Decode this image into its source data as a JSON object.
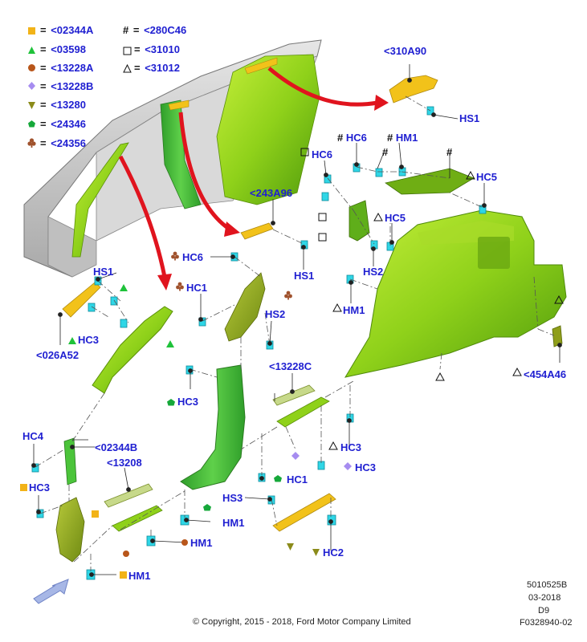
{
  "legend": {
    "left": [
      {
        "symbol": "filled-square",
        "color": "#f2b318",
        "code": "<02344A"
      },
      {
        "symbol": "filled-triangle",
        "color": "#1fc23a",
        "code": "<03598"
      },
      {
        "symbol": "filled-circle",
        "color": "#b8561a",
        "code": "<13228A"
      },
      {
        "symbol": "filled-diamond",
        "color": "#a68cf0",
        "code": "<13228B"
      },
      {
        "symbol": "filled-down-triangle",
        "color": "#8b8b1a",
        "code": "<13280"
      },
      {
        "symbol": "filled-pentagon",
        "color": "#16a83a",
        "code": "<24346"
      },
      {
        "symbol": "filled-club",
        "color": "#a0522d",
        "code": "<24356"
      }
    ],
    "right": [
      {
        "symbol": "#",
        "code": "<280C46"
      },
      {
        "symbol": "open-square",
        "code": "<31010"
      },
      {
        "symbol": "open-triangle",
        "code": "<31012"
      }
    ],
    "equals": "="
  },
  "callouts": {
    "p310A90": "<310A90",
    "hs1_top": "HS1",
    "hc6_top": "HC6",
    "hm1_top": "HM1",
    "hc5_right": "HC5",
    "hc5_mid": "HC5",
    "p243A96": "<243A96",
    "hs1_mid": "HS1",
    "hs2_right": "HS2",
    "hm1_mid": "HM1",
    "hc6_left": "HC6",
    "hc1_left": "HC1",
    "hs2_left": "HS2",
    "hs1_left": "HS1",
    "hc3_left": "HC3",
    "p026A52": "<026A52",
    "p454A46": "<454A46",
    "p13228C": "<13228C",
    "hc3_mid": "HC3",
    "hc4": "HC4",
    "p02344B": "<02344B",
    "p13208": "<13208",
    "hc3_bottom_left": "HC3",
    "hc3_right": "HC3",
    "hc3_right2": "HC3",
    "hc1_bottom": "HC1",
    "hs3": "HS3",
    "hm1_center": "HM1",
    "hm1_bottom": "HM1",
    "hm1_bottom_left": "HM1",
    "hc2": "HC2",
    "hash": "#"
  },
  "footer": {
    "copyright": "© Copyright, 2015 - 2018, Ford Motor Company Limited",
    "doc_number": "5010525B",
    "date": "03-2018",
    "code": "D9",
    "figure_id": "F0328940-02"
  },
  "colors": {
    "label_blue": "#1f1fd1",
    "panel_green": "#8fd11a",
    "panel_green_dark": "#5ea80f",
    "pillar_green": "#4bc43a",
    "clip_cyan": "#2fd6e6",
    "yellow_part": "#f2c21a",
    "arrow_red": "#e0141e",
    "body_grey": "#c8c8c8"
  }
}
